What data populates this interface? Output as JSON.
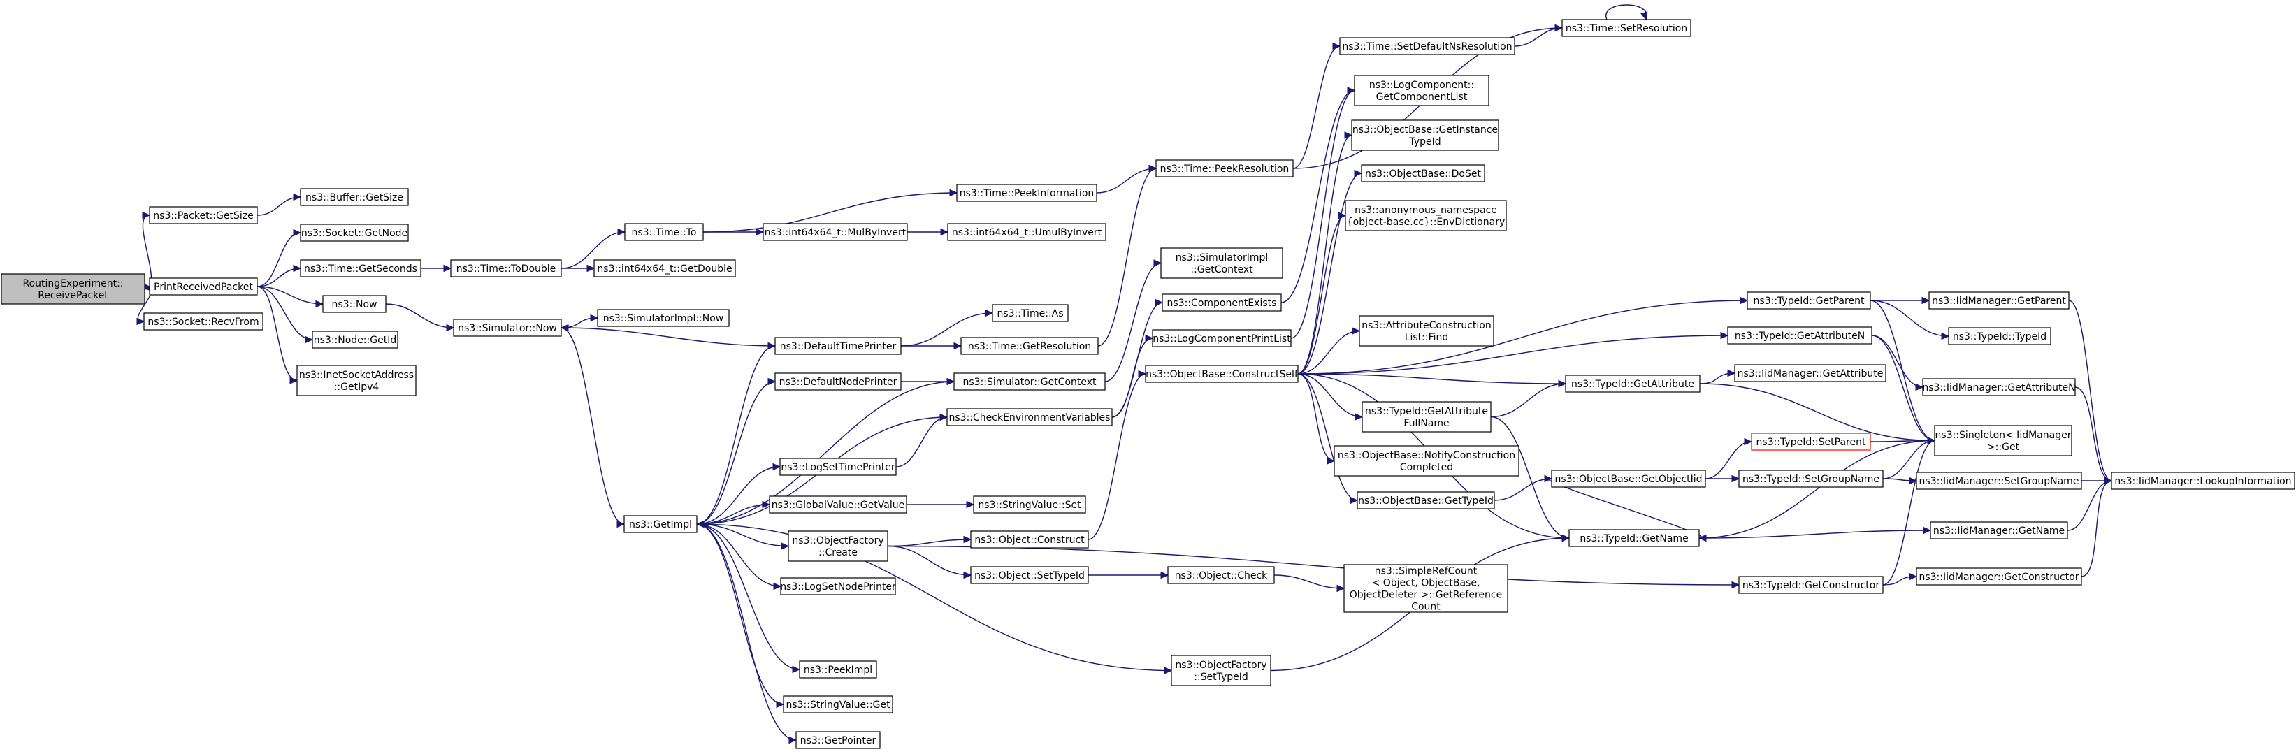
{
  "graph": {
    "nodes": [
      {
        "id": "root",
        "lines": [
          "RoutingExperiment::",
          "ReceivePacket"
        ],
        "kind": "root"
      },
      {
        "id": "pkt_getsize",
        "lines": [
          "ns3::Packet::GetSize"
        ]
      },
      {
        "id": "printrecv",
        "lines": [
          "PrintReceivedPacket"
        ]
      },
      {
        "id": "recvfrom",
        "lines": [
          "ns3::Socket::RecvFrom"
        ]
      },
      {
        "id": "buf_getsize",
        "lines": [
          "ns3::Buffer::GetSize"
        ]
      },
      {
        "id": "sock_getnode",
        "lines": [
          "ns3::Socket::GetNode"
        ]
      },
      {
        "id": "time_getseconds",
        "lines": [
          "ns3::Time::GetSeconds"
        ]
      },
      {
        "id": "now",
        "lines": [
          "ns3::Now"
        ]
      },
      {
        "id": "node_getid",
        "lines": [
          "ns3::Node::GetId"
        ]
      },
      {
        "id": "inet_getipv4",
        "lines": [
          "ns3::InetSocketAddress",
          "::GetIpv4"
        ]
      },
      {
        "id": "time_todouble",
        "lines": [
          "ns3::Time::ToDouble"
        ]
      },
      {
        "id": "time_to",
        "lines": [
          "ns3::Time::To"
        ]
      },
      {
        "id": "int64_getdouble",
        "lines": [
          "ns3::int64x64_t::GetDouble"
        ]
      },
      {
        "id": "int64_mulbyinvert",
        "lines": [
          "ns3::int64x64_t::MulByInvert"
        ]
      },
      {
        "id": "int64_umulbyinvert",
        "lines": [
          "ns3::int64x64_t::UmulByInvert"
        ]
      },
      {
        "id": "time_peekinfo",
        "lines": [
          "ns3::Time::PeekInformation"
        ]
      },
      {
        "id": "time_peekres",
        "lines": [
          "ns3::Time::PeekResolution"
        ]
      },
      {
        "id": "time_setdefnsres",
        "lines": [
          "ns3::Time::SetDefaultNsResolution"
        ]
      },
      {
        "id": "time_setres",
        "lines": [
          "ns3::Time::SetResolution"
        ]
      },
      {
        "id": "sim_now",
        "lines": [
          "ns3::Simulator::Now"
        ]
      },
      {
        "id": "simimpl_now",
        "lines": [
          "ns3::SimulatorImpl::Now"
        ]
      },
      {
        "id": "getimpl",
        "lines": [
          "ns3::GetImpl"
        ]
      },
      {
        "id": "deftimeprinter",
        "lines": [
          "ns3::DefaultTimePrinter"
        ]
      },
      {
        "id": "defnodeprinter",
        "lines": [
          "ns3::DefaultNodePrinter"
        ]
      },
      {
        "id": "logsettimeprinter",
        "lines": [
          "ns3::LogSetTimePrinter"
        ]
      },
      {
        "id": "globalvalue_getvalue",
        "lines": [
          "ns3::GlobalValue::GetValue"
        ]
      },
      {
        "id": "objfactory_create",
        "lines": [
          "ns3::ObjectFactory",
          "::Create"
        ]
      },
      {
        "id": "logsetnodeprinter",
        "lines": [
          "ns3::LogSetNodePrinter"
        ]
      },
      {
        "id": "peekimpl",
        "lines": [
          "ns3::PeekImpl"
        ]
      },
      {
        "id": "stringvalue_get",
        "lines": [
          "ns3::StringValue::Get"
        ]
      },
      {
        "id": "getpointer",
        "lines": [
          "ns3::GetPointer"
        ]
      },
      {
        "id": "time_as",
        "lines": [
          "ns3::Time::As"
        ]
      },
      {
        "id": "time_getres",
        "lines": [
          "ns3::Time::GetResolution"
        ]
      },
      {
        "id": "sim_getcontext",
        "lines": [
          "ns3::Simulator::GetContext"
        ]
      },
      {
        "id": "checkenv",
        "lines": [
          "ns3::CheckEnvironmentVariables"
        ]
      },
      {
        "id": "stringvalue_set",
        "lines": [
          "ns3::StringValue::Set"
        ]
      },
      {
        "id": "object_construct",
        "lines": [
          "ns3::Object::Construct"
        ]
      },
      {
        "id": "object_settypeid",
        "lines": [
          "ns3::Object::SetTypeId"
        ]
      },
      {
        "id": "simimpl_getcontext",
        "lines": [
          "ns3::SimulatorImpl",
          "::GetContext"
        ]
      },
      {
        "id": "componentexists",
        "lines": [
          "ns3::ComponentExists"
        ]
      },
      {
        "id": "logcompprintlist",
        "lines": [
          "ns3::LogComponentPrintList"
        ]
      },
      {
        "id": "objbase_constructself",
        "lines": [
          "ns3::ObjectBase::ConstructSelf"
        ]
      },
      {
        "id": "object_check",
        "lines": [
          "ns3::Object::Check"
        ]
      },
      {
        "id": "objfactory_settypeid",
        "lines": [
          "ns3::ObjectFactory",
          "::SetTypeId"
        ]
      },
      {
        "id": "logcomp_getcomplist",
        "lines": [
          "ns3::LogComponent::",
          "GetComponentList"
        ]
      },
      {
        "id": "objbase_getinstancetypeid",
        "lines": [
          "ns3::ObjectBase::GetInstance",
          "TypeId"
        ]
      },
      {
        "id": "objbase_doset",
        "lines": [
          "ns3::ObjectBase::DoSet"
        ]
      },
      {
        "id": "anon_envdict",
        "lines": [
          "ns3::anonymous_namespace",
          "{object-base.cc}::EnvDictionary"
        ]
      },
      {
        "id": "attrconstr_find",
        "lines": [
          "ns3::AttributeConstruction",
          "List::Find"
        ]
      },
      {
        "id": "typeid_getattrfullname",
        "lines": [
          "ns3::TypeId::GetAttribute",
          "FullName"
        ]
      },
      {
        "id": "objbase_notifyconstr",
        "lines": [
          "ns3::ObjectBase::NotifyConstruction",
          "Completed"
        ]
      },
      {
        "id": "objbase_gettypeid",
        "lines": [
          "ns3::ObjectBase::GetTypeId"
        ]
      },
      {
        "id": "simplerefcount",
        "lines": [
          "ns3::SimpleRefCount",
          "< Object, ObjectBase,",
          "ObjectDeleter >::GetReference",
          "Count"
        ]
      },
      {
        "id": "typeid_getparent",
        "lines": [
          "ns3::TypeId::GetParent"
        ]
      },
      {
        "id": "typeid_getattrn",
        "lines": [
          "ns3::TypeId::GetAttributeN"
        ]
      },
      {
        "id": "typeid_getattr",
        "lines": [
          "ns3::TypeId::GetAttribute"
        ]
      },
      {
        "id": "objbase_getobjectiid",
        "lines": [
          "ns3::ObjectBase::GetObjectIid"
        ]
      },
      {
        "id": "typeid_setparent",
        "lines": [
          "ns3::TypeId::SetParent"
        ],
        "kind": "red"
      },
      {
        "id": "typeid_setgroupname",
        "lines": [
          "ns3::TypeId::SetGroupName"
        ]
      },
      {
        "id": "typeid_getname",
        "lines": [
          "ns3::TypeId::GetName"
        ]
      },
      {
        "id": "typeid_getconstructor",
        "lines": [
          "ns3::TypeId::GetConstructor"
        ]
      },
      {
        "id": "iid_getparent",
        "lines": [
          "ns3::IidManager::GetParent"
        ]
      },
      {
        "id": "typeid_typeid",
        "lines": [
          "ns3::TypeId::TypeId"
        ]
      },
      {
        "id": "iid_getattrn",
        "lines": [
          "ns3::IidManager::GetAttributeN"
        ]
      },
      {
        "id": "iid_getattr",
        "lines": [
          "ns3::IidManager::GetAttribute"
        ]
      },
      {
        "id": "singleton_get",
        "lines": [
          "ns3::Singleton< IidManager",
          ">::Get"
        ]
      },
      {
        "id": "iid_setgroupname",
        "lines": [
          "ns3::IidManager::SetGroupName"
        ]
      },
      {
        "id": "iid_getname",
        "lines": [
          "ns3::IidManager::GetName"
        ]
      },
      {
        "id": "iid_getconstructor",
        "lines": [
          "ns3::IidManager::GetConstructor"
        ]
      },
      {
        "id": "iid_lookupinfo",
        "lines": [
          "ns3::IidManager::LookupInformation"
        ]
      }
    ],
    "edges": [
      [
        "root",
        "pkt_getsize"
      ],
      [
        "root",
        "printrecv"
      ],
      [
        "root",
        "recvfrom"
      ],
      [
        "pkt_getsize",
        "buf_getsize"
      ],
      [
        "printrecv",
        "sock_getnode"
      ],
      [
        "printrecv",
        "time_getseconds"
      ],
      [
        "printrecv",
        "now"
      ],
      [
        "printrecv",
        "node_getid"
      ],
      [
        "printrecv",
        "inet_getipv4"
      ],
      [
        "time_getseconds",
        "time_todouble"
      ],
      [
        "time_todouble",
        "time_to"
      ],
      [
        "time_todouble",
        "int64_getdouble"
      ],
      [
        "time_to",
        "int64_mulbyinvert"
      ],
      [
        "time_to",
        "time_peekinfo"
      ],
      [
        "int64_mulbyinvert",
        "int64_umulbyinvert"
      ],
      [
        "time_peekinfo",
        "time_peekres"
      ],
      [
        "time_peekres",
        "time_setdefnsres"
      ],
      [
        "time_peekres",
        "time_setres"
      ],
      [
        "time_setdefnsres",
        "time_setres"
      ],
      [
        "time_setres",
        "time_setres"
      ],
      [
        "now",
        "sim_now"
      ],
      [
        "sim_now",
        "simimpl_now"
      ],
      [
        "sim_now",
        "getimpl"
      ],
      [
        "getimpl",
        "deftimeprinter"
      ],
      [
        "getimpl",
        "defnodeprinter"
      ],
      [
        "getimpl",
        "logsettimeprinter"
      ],
      [
        "getimpl",
        "globalvalue_getvalue"
      ],
      [
        "getimpl",
        "objfactory_create"
      ],
      [
        "getimpl",
        "logsetnodeprinter"
      ],
      [
        "getimpl",
        "peekimpl"
      ],
      [
        "getimpl",
        "stringvalue_get"
      ],
      [
        "getimpl",
        "getpointer"
      ],
      [
        "getimpl",
        "objfactory_settypeid"
      ],
      [
        "getimpl",
        "checkenv"
      ],
      [
        "deftimeprinter",
        "sim_now"
      ],
      [
        "deftimeprinter",
        "time_as"
      ],
      [
        "deftimeprinter",
        "time_getres"
      ],
      [
        "defnodeprinter",
        "sim_getcontext"
      ],
      [
        "time_getres",
        "time_peekres"
      ],
      [
        "sim_getcontext",
        "getimpl"
      ],
      [
        "sim_getcontext",
        "simimpl_getcontext"
      ],
      [
        "logsettimeprinter",
        "checkenv"
      ],
      [
        "checkenv",
        "componentexists"
      ],
      [
        "checkenv",
        "logcompprintlist"
      ],
      [
        "globalvalue_getvalue",
        "stringvalue_set"
      ],
      [
        "objfactory_create",
        "object_construct"
      ],
      [
        "objfactory_create",
        "object_settypeid"
      ],
      [
        "objfactory_create",
        "typeid_getconstructor"
      ],
      [
        "object_construct",
        "objbase_constructself"
      ],
      [
        "object_settypeid",
        "object_check"
      ],
      [
        "object_check",
        "simplerefcount"
      ],
      [
        "objfactory_settypeid",
        "typeid_getname"
      ],
      [
        "componentexists",
        "logcomp_getcomplist"
      ],
      [
        "logcompprintlist",
        "logcomp_getcomplist"
      ],
      [
        "objbase_constructself",
        "objbase_getinstancetypeid"
      ],
      [
        "objbase_constructself",
        "objbase_doset"
      ],
      [
        "objbase_constructself",
        "anon_envdict"
      ],
      [
        "objbase_constructself",
        "attrconstr_find"
      ],
      [
        "objbase_constructself",
        "typeid_getattrfullname"
      ],
      [
        "objbase_constructself",
        "objbase_notifyconstr"
      ],
      [
        "objbase_constructself",
        "objbase_gettypeid"
      ],
      [
        "objbase_constructself",
        "typeid_getparent"
      ],
      [
        "objbase_constructself",
        "typeid_getattrn"
      ],
      [
        "objbase_constructself",
        "typeid_getattr"
      ],
      [
        "objbase_constructself",
        "typeid_getname"
      ],
      [
        "typeid_getattrfullname",
        "typeid_getattr"
      ],
      [
        "typeid_getattrfullname",
        "typeid_getname"
      ],
      [
        "objbase_gettypeid",
        "objbase_getobjectiid"
      ],
      [
        "objbase_getobjectiid",
        "typeid_setparent"
      ],
      [
        "objbase_getobjectiid",
        "typeid_setgroupname"
      ],
      [
        "objbase_getobjectiid",
        "typeid_getname"
      ],
      [
        "typeid_setparent",
        "singleton_get"
      ],
      [
        "typeid_setgroupname",
        "singleton_get"
      ],
      [
        "typeid_setgroupname",
        "iid_setgroupname"
      ],
      [
        "typeid_getname",
        "singleton_get"
      ],
      [
        "typeid_getname",
        "iid_getname"
      ],
      [
        "typeid_getconstructor",
        "singleton_get"
      ],
      [
        "typeid_getconstructor",
        "iid_getconstructor"
      ],
      [
        "typeid_getparent",
        "iid_getparent"
      ],
      [
        "typeid_getparent",
        "typeid_typeid"
      ],
      [
        "typeid_getparent",
        "singleton_get"
      ],
      [
        "typeid_getattrn",
        "iid_getattrn"
      ],
      [
        "typeid_getattrn",
        "singleton_get"
      ],
      [
        "typeid_getattr",
        "iid_getattr"
      ],
      [
        "typeid_getattr",
        "singleton_get"
      ],
      [
        "iid_getparent",
        "iid_lookupinfo"
      ],
      [
        "iid_getattrn",
        "iid_lookupinfo"
      ],
      [
        "iid_setgroupname",
        "iid_lookupinfo"
      ],
      [
        "iid_getname",
        "iid_lookupinfo"
      ],
      [
        "iid_getconstructor",
        "iid_lookupinfo"
      ]
    ]
  }
}
